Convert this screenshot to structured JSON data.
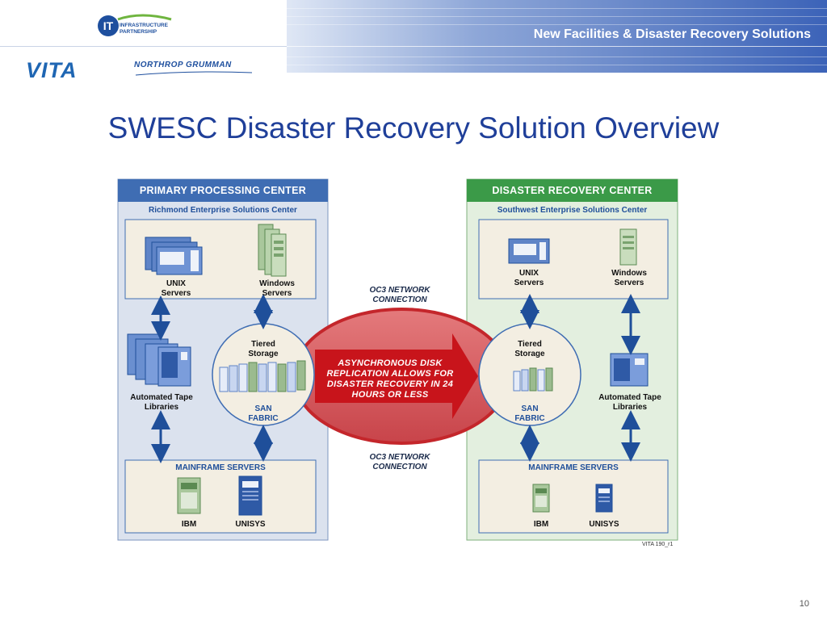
{
  "header": {
    "title": "New Facilities & Disaster Recovery Solutions",
    "logos": {
      "it_partnership_line1": "INFRASTRUCTURE",
      "it_partnership_line2": "PARTNERSHIP",
      "vita": "VITA",
      "northrop": "NORTHROP GRUMMAN"
    }
  },
  "slide": {
    "title": "SWESC Disaster Recovery Solution Overview",
    "page_number": "10"
  },
  "diagram": {
    "primary": {
      "header": "PRIMARY PROCESSING CENTER",
      "subheader": "Richmond Enterprise Solutions Center",
      "unix": "UNIX Servers",
      "windows": "Windows Servers",
      "tape": "Automated Tape Libraries",
      "storage": "Tiered Storage",
      "san": "SAN FABRIC",
      "mainframe": "MAINFRAME SERVERS",
      "ibm": "IBM",
      "unisys": "UNISYS"
    },
    "dr": {
      "header": "DISASTER RECOVERY CENTER",
      "subheader": "Southwest Enterprise Solutions Center",
      "unix": "UNIX Servers",
      "windows": "Windows Servers",
      "tape": "Automated Tape Libraries",
      "storage": "Tiered Storage",
      "san": "SAN FABRIC",
      "mainframe": "MAINFRAME SERVERS",
      "ibm": "IBM",
      "unisys": "UNISYS"
    },
    "oc3_top": "OC3 NETWORK CONNECTION",
    "oc3_bottom": "OC3 NETWORK CONNECTION",
    "replication": "ASYNCHRONOUS DISK REPLICATION ALLOWS FOR DISASTER RECOVERY IN 24 HOURS OR LESS",
    "figure_id": "VITA 190_r1",
    "colors": {
      "primary_header": "#3f6db3",
      "primary_bg": "#dbe2ee",
      "dr_header": "#3b9a48",
      "dr_bg": "#e3efdf",
      "inner_box": "#f3eee2",
      "ellipse": "#c4262b",
      "arrow": "#1f4f9a"
    }
  }
}
